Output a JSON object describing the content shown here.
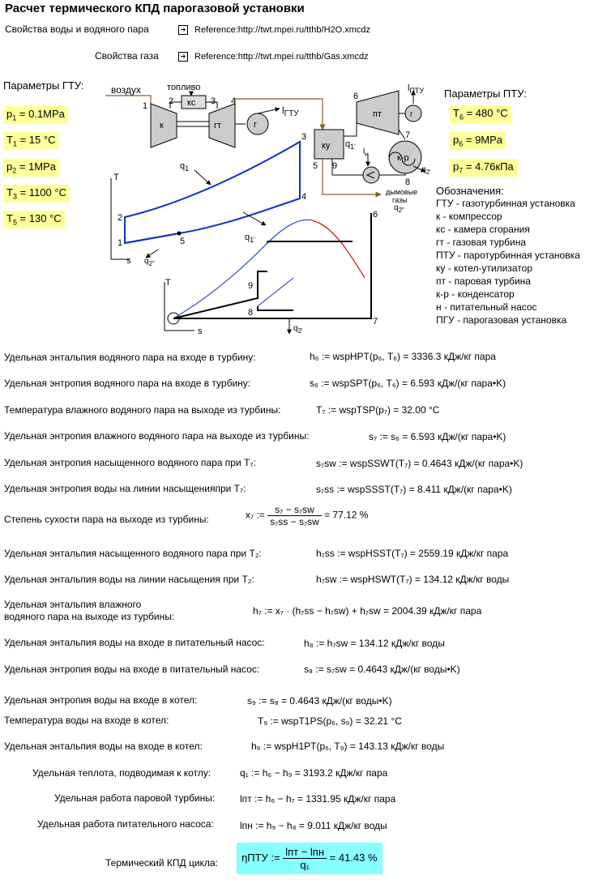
{
  "title": "Расчет термического КПД парогазовой установки",
  "refs": [
    {
      "label": "Свойства воды и водяного пара",
      "link": "Reference:http://twt.mpei.ru/tthb/H2O.xmcdz"
    },
    {
      "label": "Свойства газа",
      "link": "Reference:http://twt.mpei.ru/tthb/Gas.xmcdz"
    }
  ],
  "gtu": {
    "heading": "Параметры ГТУ:",
    "p1": "= 0.1MPa",
    "T1": "= 15 °C",
    "p2": "= 1MPa",
    "T3": "= 1100 °C",
    "T5": "= 130 °C"
  },
  "ptu": {
    "heading": "Параметры ПТУ:",
    "T6": "= 480 °C",
    "p6": "= 9MPa",
    "p7": "= 4.76кПа"
  },
  "legend": {
    "heading": "Обозначения:",
    "items": [
      "ГТУ - газотурбинная установка",
      "к - компрессор",
      "кс - камера сгорания",
      "гт - газовая турбина",
      "ПТУ - паротурбинная установка",
      "ку - котел-утилизатор",
      "пт - паровая турбина",
      "к-р - конденсатор",
      "н - питательный насос",
      "ПГУ - парогазовая установка"
    ]
  },
  "diagram": {
    "air": "воздух",
    "fuel": "топливо",
    "ks": "кс",
    "k": "к",
    "gt": "гт",
    "g": "г",
    "lgtu": "l",
    "lgtu_sub": "ГТУ",
    "pt": "пт",
    "ku": "ку",
    "kr": "к-р",
    "lptu": "l",
    "lptu_sub": "ПТУ",
    "ln": "l",
    "ln_sub": "н",
    "exhaust1": "дымовые",
    "exhaust2": "газы",
    "q": "q",
    "T": "T",
    "s": "s",
    "sub1": "1",
    "sub1p": "1'",
    "sub2pp": "2\"",
    "sub2p": "2'",
    "n1": "1",
    "n2": "2",
    "n3": "3",
    "n4": "4",
    "n5": "5",
    "n6": "6",
    "n7": "7",
    "n8": "8",
    "n9": "9"
  },
  "calc": {
    "h6_label": "Удельная энтальпия водяного пара на входе в турбину:",
    "h6_expr": "h₆ := wspHPT(p₆, T₆) = 3336.3 кДж/кг пара",
    "s6_label": "Удельная энтропия водяного пара на входе в турбину:",
    "s6_expr": "s₆ := wspSPT(p₆, T₆) = 6.593 кДж/(кг пара•K)",
    "T7_label": "Температура влажного водяного пара на выходе из турбины:",
    "T7_expr": "T₇ := wspTSP(p₇) = 32.00 °C",
    "s7_label": "Удельная энтропия влажного водяного пара на выходе из турбины:",
    "s7_expr": "s₇ := s₆ = 6.593 кДж/(кг пара•K)",
    "s7sw_label": "Удельная энтропия насыщенного водяного пара при T₇:",
    "s7sw_expr": "s₇sw := wspSSWT(T₇) = 0.4643 кДж/(кг пара•K)",
    "s7ss_label": "Удельная энтропия воды на линии насыщенияпри T₇:",
    "s7ss_expr": "s₇ss := wspSSST(T₇) = 8.411 кДж/(кг пара•K)",
    "x7_label": "Степень сухости пара на выходе из турбины:",
    "x7_lhs": "x₇ :=",
    "x7_num": "s₇ − s₇sw",
    "x7_den": "s₇ss − s₇sw",
    "x7_res": "= 77.12 %",
    "h7ss_label": "Удельная энтальпия насыщенного водяного пара при T₂:",
    "h7ss_expr": "h₇ss := wspHSST(T₇) = 2559.19 кДж/кг пара",
    "h7sw_label": "Удельная энтальпия воды на линии насыщения при T₂:",
    "h7sw_expr": "h₇sw := wspHSWT(T₇) = 134.12 кДж/кг воды",
    "h7_label1": "Удельная энтальпия влажного",
    "h7_label2": "водяного пара на выходе из турбины:",
    "h7_expr": "h₇ := x₇ · (h₇ss − h₇sw) + h₇sw = 2004.39 кДж/кг пара",
    "h8_label": "Удельная энтальпия воды на входе в питательный насос:",
    "h8_expr": "h₈ := h₇sw = 134.12 кДж/кг воды",
    "s8_label": "Удельная энтропия воды на входе в питательный насос:",
    "s8_expr": "s₈ := s₇sw = 0.4643 кДж/(кг воды•K)",
    "s9_label": "Удельная энтропия воды на входе в котел:",
    "s9_expr": "s₉ := s₈ = 0.4643 кДж/(кг воды•K)",
    "T9_label": "Температура воды на входе в котел:",
    "T9_expr": "T₉ := wspT1PS(p₆, s₉) = 32.21 °C",
    "h9_label": "Удельная энтальпия воды на входе в котел:",
    "h9_expr": "h₉ := wspH1PT(p₆, T₉) = 143.13 кДж/кг воды",
    "q1_label": "Удельная теплота, подводимая к котлу:",
    "q1_expr": "q₁ := h₆ − h₉ = 3193.2 кДж/кг пара",
    "lpt_label": "Удельная работа паровой турбины:",
    "lpt_expr": "lпт := h₆ − h₇ = 1331.95 кДж/кг пара",
    "lpn_label": "Удельная работа питательного насоса:",
    "lpn_expr": "lпн := h₉ − h₈ = 9.011 кДж/кг воды",
    "eta_label": "Термический КПД цикла:",
    "eta_lhs": "ηПТУ :=",
    "eta_num": "lпт − lпн",
    "eta_den": "q₁",
    "eta_res": "= 41.43 %"
  }
}
